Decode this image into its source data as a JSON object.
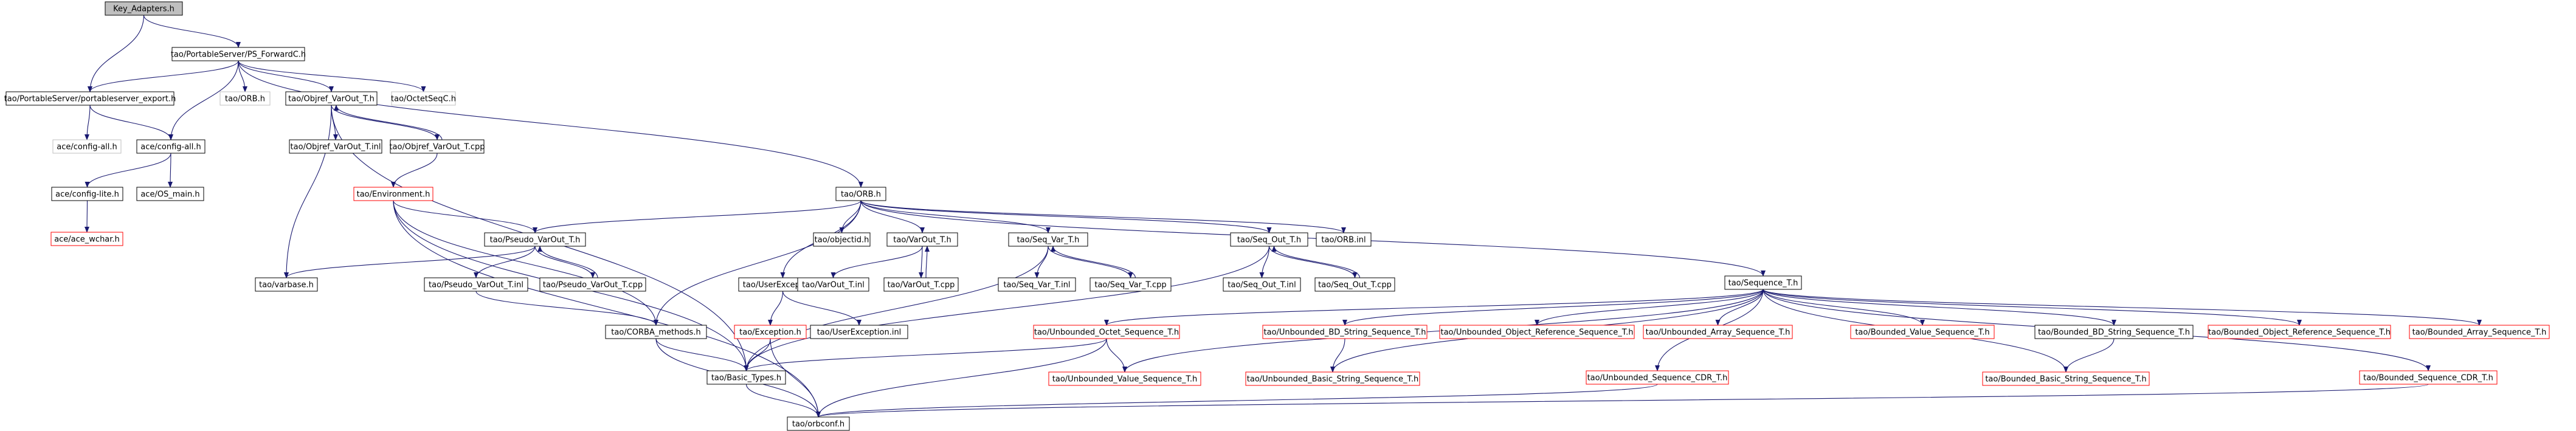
{
  "colors": {
    "edge": "#191970",
    "box_border_default": "#000000",
    "box_border_red": "#ff0000",
    "box_border_light": "#bfbfbf",
    "root_fill": "#bfbfbf",
    "text": "#000000"
  },
  "nodes": {
    "key_adapters": {
      "label": "Key_Adapters.h",
      "style": "root"
    },
    "ps_forwardc": {
      "label": "tao/PortableServer/PS_ForwardC.h",
      "style": "default"
    },
    "ps_export": {
      "label": "tao/PortableServer/portableserver_export.h",
      "style": "default"
    },
    "orb_h_light": {
      "label": "tao/ORB.h",
      "style": "light"
    },
    "objref_varout_h": {
      "label": "tao/Objref_VarOut_T.h",
      "style": "default"
    },
    "octetseqc": {
      "label": "tao/OctetSeqC.h",
      "style": "light"
    },
    "ace_config_all_light": {
      "label": "ace/config-all.h",
      "style": "light"
    },
    "ace_config_all": {
      "label": "ace/config-all.h",
      "style": "default"
    },
    "objref_varout_inl": {
      "label": "tao/Objref_VarOut_T.inl",
      "style": "default"
    },
    "objref_varout_cpp": {
      "label": "tao/Objref_VarOut_T.cpp",
      "style": "default"
    },
    "ace_config_lite": {
      "label": "ace/config-lite.h",
      "style": "default"
    },
    "ace_os_main": {
      "label": "ace/OS_main.h",
      "style": "default"
    },
    "environment": {
      "label": "tao/Environment.h",
      "style": "red"
    },
    "ace_wchar": {
      "label": "ace/ace_wchar.h",
      "style": "red"
    },
    "orb_h": {
      "label": "tao/ORB.h",
      "style": "default"
    },
    "pseudo_varout_h": {
      "label": "tao/Pseudo_VarOut_T.h",
      "style": "default"
    },
    "objectid": {
      "label": "tao/objectid.h",
      "style": "default"
    },
    "varout_h": {
      "label": "tao/VarOut_T.h",
      "style": "default"
    },
    "seq_var_h": {
      "label": "tao/Seq_Var_T.h",
      "style": "default"
    },
    "seq_out_h": {
      "label": "tao/Seq_Out_T.h",
      "style": "default"
    },
    "orb_inl": {
      "label": "tao/ORB.inl",
      "style": "default"
    },
    "sequence_h": {
      "label": "tao/Sequence_T.h",
      "style": "default"
    },
    "varbase": {
      "label": "tao/varbase.h",
      "style": "default"
    },
    "pseudo_varout_inl": {
      "label": "tao/Pseudo_VarOut_T.inl",
      "style": "default"
    },
    "pseudo_varout_cpp": {
      "label": "tao/Pseudo_VarOut_T.cpp",
      "style": "default"
    },
    "userexception_h": {
      "label": "tao/UserException.h",
      "style": "default"
    },
    "varout_inl": {
      "label": "tao/VarOut_T.inl",
      "style": "default"
    },
    "varout_cpp": {
      "label": "tao/VarOut_T.cpp",
      "style": "default"
    },
    "seq_var_inl": {
      "label": "tao/Seq_Var_T.inl",
      "style": "default"
    },
    "seq_var_cpp": {
      "label": "tao/Seq_Var_T.cpp",
      "style": "default"
    },
    "seq_out_inl": {
      "label": "tao/Seq_Out_T.inl",
      "style": "default"
    },
    "seq_out_cpp": {
      "label": "tao/Seq_Out_T.cpp",
      "style": "default"
    },
    "exception_h": {
      "label": "tao/Exception.h",
      "style": "red"
    },
    "userexception_inl": {
      "label": "tao/UserException.inl",
      "style": "default"
    },
    "corba_methods": {
      "label": "tao/CORBA_methods.h",
      "style": "default"
    },
    "basic_types": {
      "label": "tao/Basic_Types.h",
      "style": "default"
    },
    "orbconf": {
      "label": "tao/orbconf.h",
      "style": "default"
    },
    "unb_octet_seq": {
      "label": "tao/Unbounded_Octet_Sequence_T.h",
      "style": "red"
    },
    "unb_bd_string_seq": {
      "label": "tao/Unbounded_BD_String_Sequence_T.h",
      "style": "red"
    },
    "unb_object_ref_seq": {
      "label": "tao/Unbounded_Object_Reference_Sequence_T.h",
      "style": "red"
    },
    "unb_array_seq": {
      "label": "tao/Unbounded_Array_Sequence_T.h",
      "style": "red"
    },
    "bnd_value_seq": {
      "label": "tao/Bounded_Value_Sequence_T.h",
      "style": "red"
    },
    "bnd_bd_string_seq": {
      "label": "tao/Bounded_BD_String_Sequence_T.h",
      "style": "default"
    },
    "bnd_object_ref_seq": {
      "label": "tao/Bounded_Object_Reference_Sequence_T.h",
      "style": "red"
    },
    "bnd_array_seq": {
      "label": "tao/Bounded_Array_Sequence_T.h",
      "style": "red"
    },
    "unb_value_seq": {
      "label": "tao/Unbounded_Value_Sequence_T.h",
      "style": "red"
    },
    "unb_basic_string_seq": {
      "label": "tao/Unbounded_Basic_String_Sequence_T.h",
      "style": "red"
    },
    "unb_seq_cdr": {
      "label": "tao/Unbounded_Sequence_CDR_T.h",
      "style": "red"
    },
    "bnd_basic_string_seq": {
      "label": "tao/Bounded_Basic_String_Sequence_T.h",
      "style": "red"
    },
    "bnd_seq_cdr": {
      "label": "tao/Bounded_Sequence_CDR_T.h",
      "style": "red"
    }
  }
}
